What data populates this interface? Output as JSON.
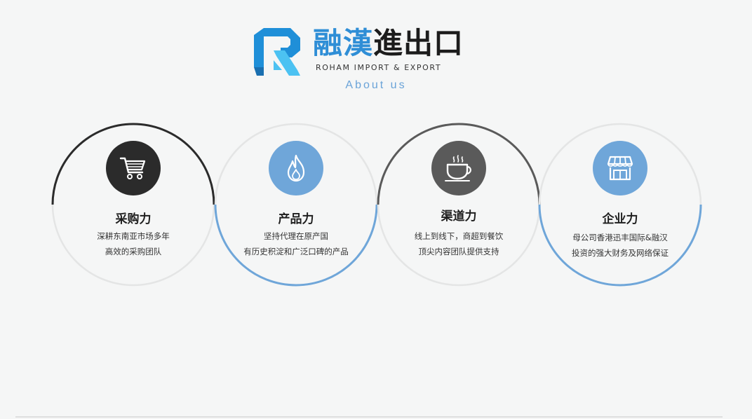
{
  "header": {
    "brand_cn_part1": "融漢",
    "brand_cn_part2": "進出口",
    "brand_en": "ROHAM IMPORT & EXPORT",
    "subtitle": "About us"
  },
  "colors": {
    "accent_blue": "#6fa6d9",
    "dark": "#2b2b2b",
    "gray": "#5a5a5a",
    "ring_light": "#e4e5e5"
  },
  "features": [
    {
      "title": "采购力",
      "lines": [
        "深耕东南亚市场多年",
        "高效的采购团队"
      ],
      "icon": "shopping-cart-icon"
    },
    {
      "title": "产品力",
      "lines": [
        "坚持代理在原产国",
        "有历史积淀和广泛口碑的产品"
      ],
      "icon": "flame-icon"
    },
    {
      "title": "渠道力",
      "lines": [
        "线上到线下，商超到餐饮",
        "顶尖内容团队提供支持"
      ],
      "icon": "coffee-cup-icon"
    },
    {
      "title": "企业力",
      "lines": [
        "母公司香港迅丰国际&融汉",
        "投资的强大财务及网络保证"
      ],
      "icon": "storefront-icon"
    }
  ]
}
